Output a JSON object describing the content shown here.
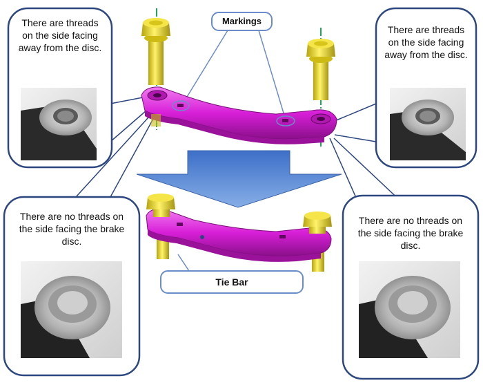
{
  "labels": {
    "markings": "Markings",
    "tie_bar": "Tie Bar"
  },
  "callouts": {
    "top_left": "There are threads on the side facing away from the disc.",
    "top_right": "There are threads on the side facing away from the disc.",
    "bottom_left": "There are no threads on the side facing the brake disc.",
    "bottom_right": "There are no threads on the side facing the brake disc."
  },
  "colors": {
    "tie_bar": "#d81fd8",
    "bolt": "#e4d420",
    "arrow": "#4a78c8",
    "callout_border": "#2c4680",
    "label_border": "#6b8cc8",
    "centerline": "#1fa55a"
  }
}
